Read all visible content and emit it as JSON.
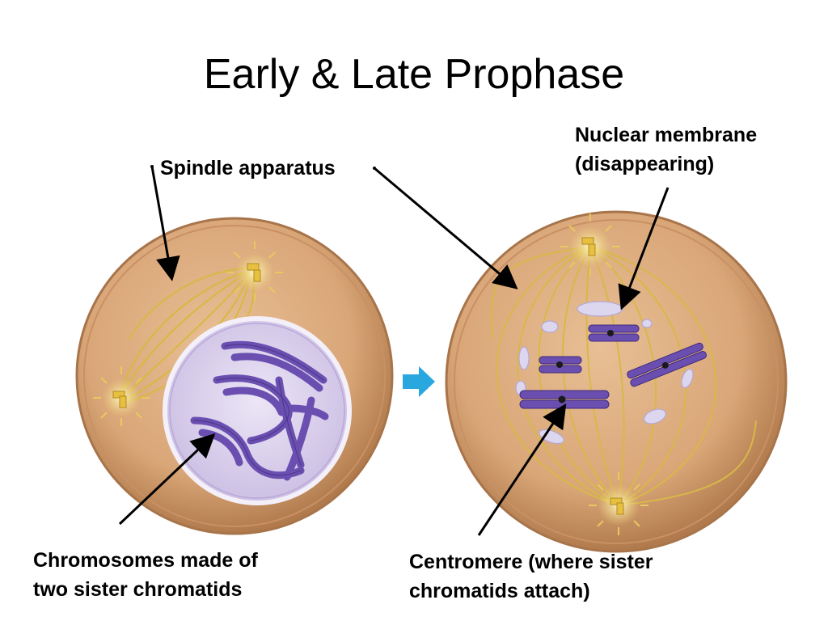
{
  "slide": {
    "title": "Early & Late Prophase"
  },
  "labels": {
    "spindle_apparatus": "Spindle apparatus",
    "nuclear_membrane_line1": "Nuclear membrane",
    "nuclear_membrane_line2": "(disappearing)",
    "chromosomes_line1": "Chromosomes made of",
    "chromosomes_line2": "two sister chromatids",
    "centromere_line1": "Centromere (where sister",
    "centromere_line2": "chromatids attach)"
  },
  "colors": {
    "cell_fill": "#d9a678",
    "cell_edge": "#b07a4c",
    "spindle": "#d8b848",
    "nucleus_fill": "#dcd2ec",
    "chromosome": "#6a4fb0",
    "chromosome_dark": "#3f2a7c",
    "membrane_fragment": "#dcd6ee",
    "arrow_blue": "#29a8e0",
    "pointer": "#000000"
  },
  "icons": [
    "right-arrow-icon",
    "centrosome-icon"
  ]
}
